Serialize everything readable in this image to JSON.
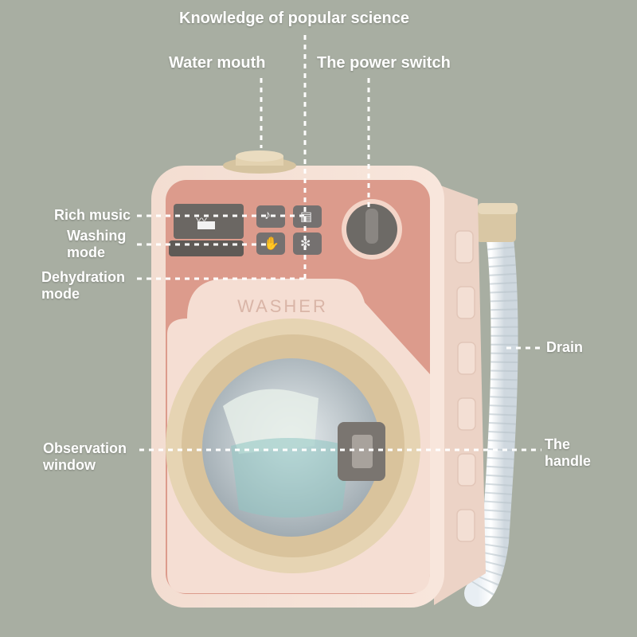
{
  "colors": {
    "background": "#a8aea2",
    "body_pink": "#dc9b8c",
    "cream": "#f6e1d6",
    "dial_gray": "#6d6a66",
    "door_beige": "#e6d4b3",
    "line_white": "#ffffff"
  },
  "washer_brand": "WASHER",
  "labels": {
    "knowledge": "Knowledge of popular science",
    "water_mouth": "Water mouth",
    "power_switch": "The power switch",
    "rich_music": "Rich music",
    "washing_mode": [
      "Washing",
      "mode"
    ],
    "dehydration_mode": [
      "Dehydration",
      "mode"
    ],
    "drain": "Drain",
    "observation_window": [
      "Observation",
      "window"
    ],
    "handle": [
      "The",
      "handle"
    ]
  },
  "icons": [
    "music-note-icon",
    "book-icon",
    "wash-hand-icon",
    "spin-fan-icon",
    "tub-icon"
  ]
}
